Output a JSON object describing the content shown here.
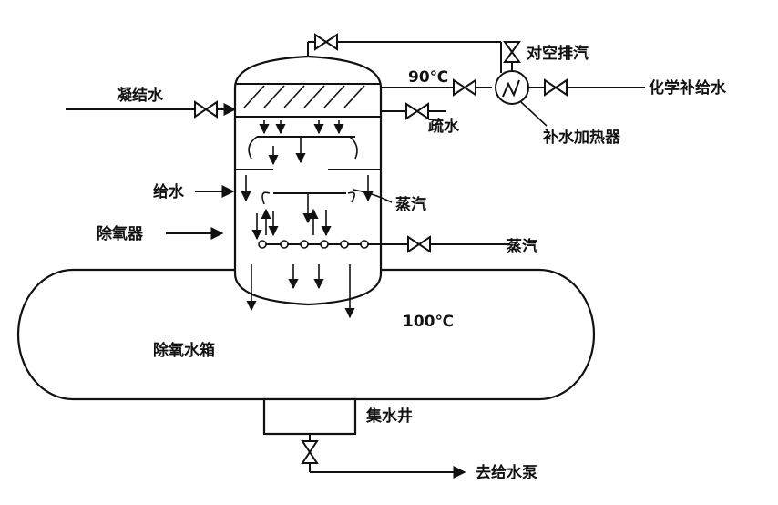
{
  "labels": {
    "condensate_in": "凝结水",
    "temp_top": "90℃",
    "drain_water": "疏水",
    "vent_to_air": "对空排汽",
    "chemical_makeup": "化学补给水",
    "makeup_heater": "补水加热器",
    "feed_water": "给水",
    "steam_inner": "蒸汽",
    "deaerator": "除氧器",
    "steam_inlet": "蒸汽",
    "temp_tank": "100℃",
    "deaerator_tank": "除氧水箱",
    "sump": "集水井",
    "to_feed_pump": "去给水泵"
  },
  "colors": {
    "line": "#111111",
    "background": "#ffffff"
  }
}
